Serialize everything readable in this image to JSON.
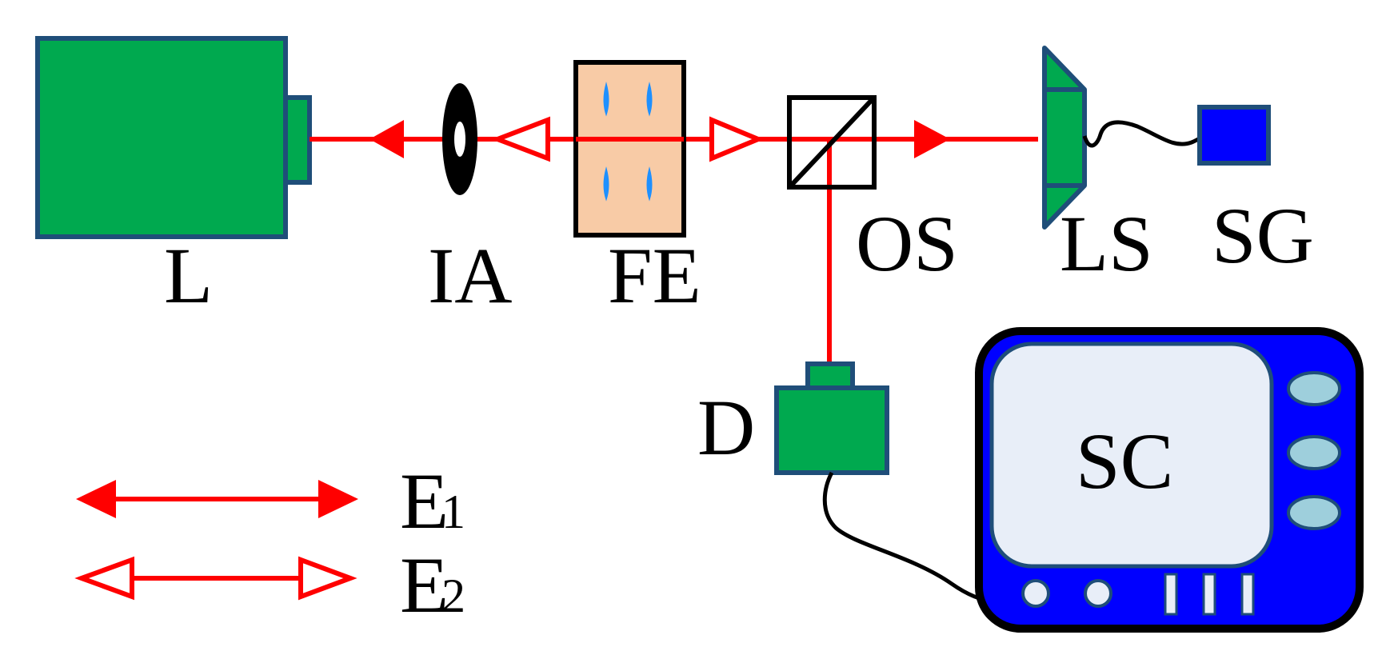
{
  "labels": {
    "laser": "L",
    "iris": "IA",
    "cell": "FE",
    "splitter": "OS",
    "lens": "LS",
    "generator": "SG",
    "detector": "D",
    "scope": "SC",
    "legend_e1_main": "E",
    "legend_e1_sub": "1",
    "legend_e2_main": "E",
    "legend_e2_sub": "2"
  },
  "colors": {
    "beam": "#ff0000",
    "component_green": "#00a94f",
    "component_outline": "#1f4e79",
    "cell_fill": "#f8cba6",
    "drop": "#1e90ff",
    "generator_fill": "#0000ff",
    "scope_body": "#0000ff",
    "scope_screen": "#e8eef8",
    "scope_knob": "#9ecfdc",
    "ink": "#000000"
  },
  "icons": {
    "laser": "laser-source-icon",
    "iris": "iris-aperture-icon",
    "cell": "sample-cell-icon",
    "splitter": "beam-splitter-icon",
    "lens": "lens-icon",
    "generator": "signal-generator-icon",
    "detector": "detector-icon",
    "scope": "oscilloscope-icon"
  }
}
